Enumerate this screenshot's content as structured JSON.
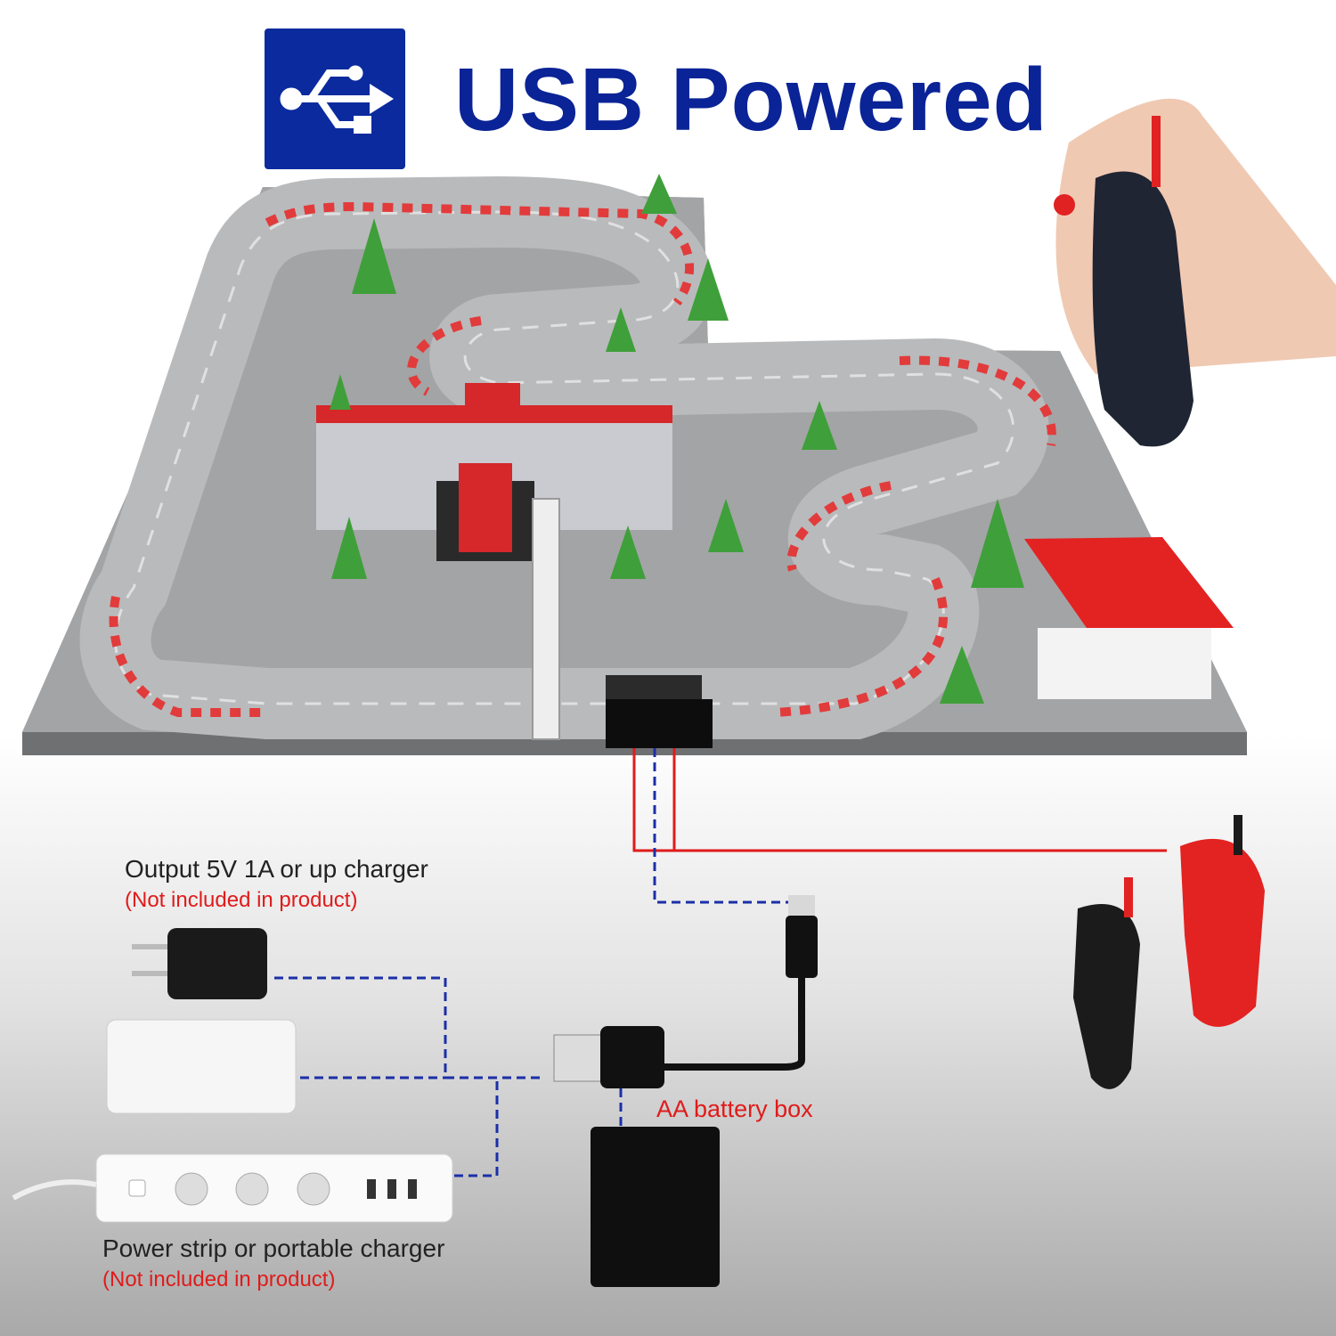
{
  "header": {
    "title": "USB Powered",
    "icon": "usb-icon"
  },
  "labels": {
    "charger_title": "Output 5V 1A or up charger",
    "charger_note": "(Not included in product)",
    "battery_box": "AA battery box",
    "strip_title": "Power strip or portable charger",
    "strip_note": "(Not included in product)"
  },
  "colors": {
    "brand_blue": "#0a2396",
    "wire_red": "#e01b1b",
    "wire_blue": "#1b2fa8",
    "note_red": "#e01b1b"
  }
}
